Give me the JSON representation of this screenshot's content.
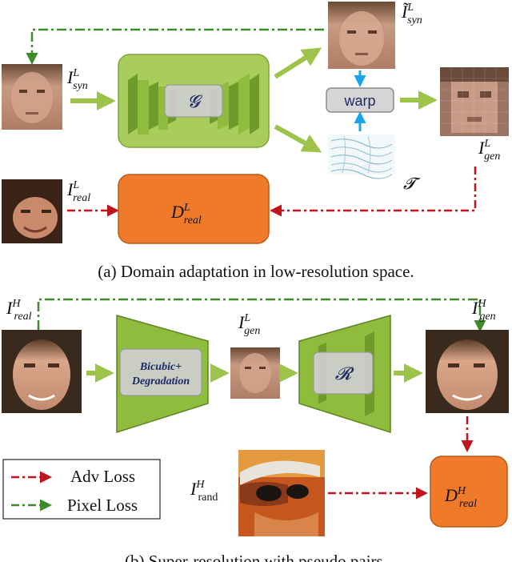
{
  "part_a": {
    "caption": "(a) Domain adaptation in low-resolution space.",
    "labels": {
      "i_syn_main": "I",
      "i_syn_sup": "L",
      "i_syn_sub": "syn",
      "i_syn_tilde_main": "Ĩ",
      "i_syn_tilde_sup": "L",
      "i_syn_tilde_sub": "syn",
      "i_real_main": "I",
      "i_real_sup": "L",
      "i_real_sub": "real",
      "i_gen_main": "I",
      "i_gen_sup": "L",
      "i_gen_sub": "gen",
      "generator": "𝓖",
      "warp": "warp",
      "flow_symbol": "𝓣",
      "disc_main": "D",
      "disc_sup": "L",
      "disc_sub": "real"
    }
  },
  "part_b": {
    "caption": "(b) Super-resolution with pseudo pairs.",
    "labels": {
      "i_real_main": "I",
      "i_real_sup": "H",
      "i_real_sub": "real",
      "degrader_line1": "Bicubic+",
      "degrader_line2": "Degradation",
      "i_gen_low_main": "I",
      "i_gen_low_sup": "L",
      "i_gen_low_sub": "gen",
      "restorer": "𝓡",
      "i_gen_high_main": "I",
      "i_gen_high_sup": "H",
      "i_gen_high_sub": "gen",
      "i_rand_main": "I",
      "i_rand_sup": "H",
      "i_rand_sub": "rand",
      "disc_main": "D",
      "disc_sup": "H",
      "disc_sub": "real"
    },
    "legend": {
      "adv_loss": "Adv  Loss",
      "pixel_loss": "Pixel Loss"
    }
  },
  "colors": {
    "green_fill": "#8fbc3c",
    "green_arrow": "#9dc34a",
    "orange_fill": "#ee7a2a",
    "red_dash": "#c0141c",
    "green_dash": "#3f8a2a",
    "blue_arrow": "#1aa3e8"
  }
}
